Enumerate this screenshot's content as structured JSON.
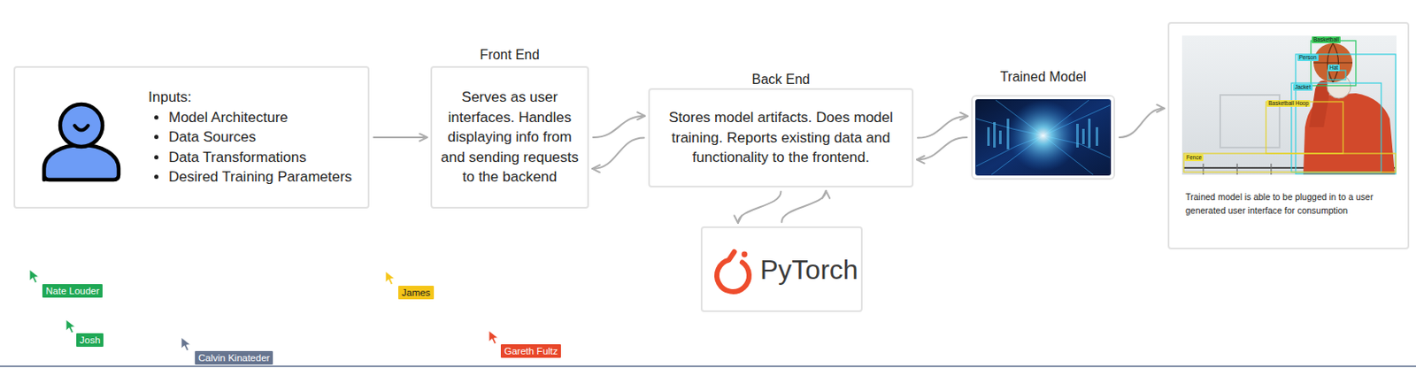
{
  "diagram": {
    "nodes": [
      {
        "text": [
          "Inputs:",
          "Model Architecture",
          "Data Sources",
          "Data Transformations",
          "Desired Training Parameters"
        ]
      },
      {
        "text": [
          "Front End",
          "Serves as user interfaces. Handles displaying info from and sending requests to the backend"
        ]
      },
      {
        "text": [
          "Back End",
          "Stores model artifacts. Does model training. Reports existing data and functionality to the frontend."
        ]
      },
      {
        "text": [
          "PyTorch"
        ]
      },
      {
        "text": [
          "Trained Model"
        ]
      },
      {
        "text": [
          "Trained model is able to be plugged in to a user generated user interface for consumption"
        ]
      }
    ],
    "edges": [
      {
        "from": 0,
        "to": 1,
        "arrow": "to"
      },
      {
        "from": 1,
        "to": 2,
        "arrow": "to"
      },
      {
        "from": 2,
        "to": 1,
        "arrow": "to"
      },
      {
        "from": 2,
        "to": 3,
        "arrow": "to"
      },
      {
        "from": 3,
        "to": 2,
        "arrow": "to"
      },
      {
        "from": 2,
        "to": 4,
        "arrow": "to"
      },
      {
        "from": 4,
        "to": 2,
        "arrow": "to"
      },
      {
        "from": 4,
        "to": 5,
        "arrow": "to"
      }
    ],
    "labels": [
      "Basketball",
      "Person",
      "Hat",
      "Jacket",
      "Basketball Hoop",
      "Fence",
      "Nate Louder",
      "James",
      "Josh",
      "Calvin Kinateder",
      "Gareth Fultz"
    ]
  }
}
